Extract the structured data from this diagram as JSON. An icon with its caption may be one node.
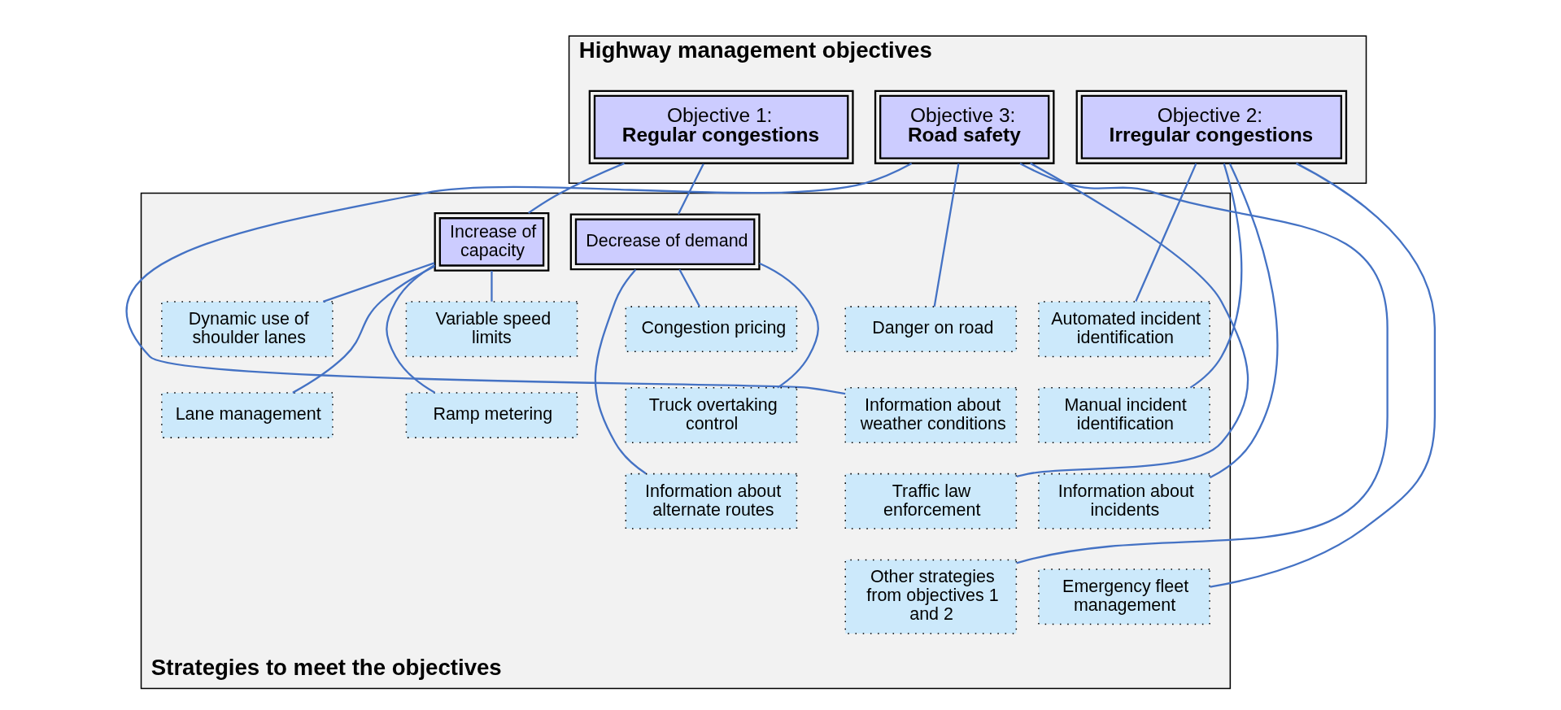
{
  "diagram": {
    "nodes": [
      {
        "text": [
          "Highway management objectives"
        ]
      },
      {
        "text": [
          "Objective 1:",
          "Regular congestions"
        ],
        "in": 0
      },
      {
        "text": [
          "Objective 2:",
          "Irregular congestions"
        ],
        "in": 0
      },
      {
        "text": [
          "Objective 3:",
          "Road safety"
        ],
        "in": 0
      },
      {
        "text": [
          "Strategies to meet the objectives"
        ]
      },
      {
        "text": [
          "Increase of capacity"
        ],
        "in": 4
      },
      {
        "text": [
          "Decrease of demand"
        ],
        "in": 4
      },
      {
        "text": [
          "Dynamic use of shoulder lanes"
        ],
        "in": 4
      },
      {
        "text": [
          "Variable speed limits"
        ],
        "in": 4
      },
      {
        "text": [
          "Lane management"
        ],
        "in": 4
      },
      {
        "text": [
          "Ramp metering"
        ],
        "in": 4
      },
      {
        "text": [
          "Congestion pricing"
        ],
        "in": 4
      },
      {
        "text": [
          "Truck overtaking control"
        ],
        "in": 4
      },
      {
        "text": [
          "Information about alternate routes"
        ],
        "in": 4
      },
      {
        "text": [
          "Automated incident identification"
        ],
        "in": 4
      },
      {
        "text": [
          "Manual incident identification"
        ],
        "in": 4
      },
      {
        "text": [
          "Information about incidents"
        ],
        "in": 4
      },
      {
        "text": [
          "Emergency fleet management"
        ],
        "in": 4
      },
      {
        "text": [
          "Danger on road"
        ],
        "in": 4
      },
      {
        "text": [
          "Information about weather conditions"
        ],
        "in": 4
      },
      {
        "text": [
          "Traffic law enforcement"
        ],
        "in": 4
      },
      {
        "text": [
          "Other strategies from objectives 1 and 2"
        ],
        "in": 4
      }
    ],
    "edges": [
      {
        "from": 1,
        "to": 5,
        "arrow": "none"
      },
      {
        "from": 1,
        "to": 6,
        "arrow": "none"
      },
      {
        "from": 5,
        "to": 7,
        "arrow": "none"
      },
      {
        "from": 5,
        "to": 8,
        "arrow": "none"
      },
      {
        "from": 5,
        "to": 9,
        "arrow": "none"
      },
      {
        "from": 5,
        "to": 10,
        "arrow": "none"
      },
      {
        "from": 6,
        "to": 11,
        "arrow": "none"
      },
      {
        "from": 6,
        "to": 12,
        "arrow": "none"
      },
      {
        "from": 6,
        "to": 13,
        "arrow": "none"
      },
      {
        "from": 2,
        "to": 14,
        "arrow": "none"
      },
      {
        "from": 2,
        "to": 15,
        "arrow": "none"
      },
      {
        "from": 2,
        "to": 16,
        "arrow": "none"
      },
      {
        "from": 2,
        "to": 17,
        "arrow": "none"
      },
      {
        "from": 3,
        "to": 18,
        "arrow": "none"
      },
      {
        "from": 3,
        "to": 19,
        "arrow": "none"
      },
      {
        "from": 3,
        "to": 20,
        "arrow": "none"
      },
      {
        "from": 3,
        "to": 21,
        "arrow": "none"
      }
    ]
  }
}
